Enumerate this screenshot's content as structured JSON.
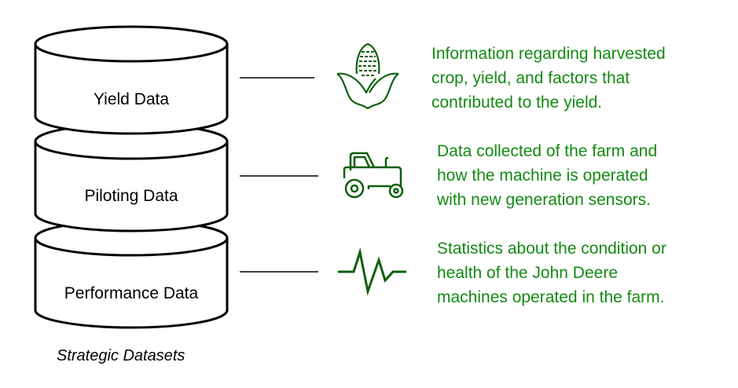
{
  "colors": {
    "accent": "#138a13",
    "stroke": "#000000"
  },
  "datasets": [
    {
      "label": "Yield Data",
      "icon": "corn-icon",
      "description": [
        "Information regarding harvested",
        "crop, yield, and factors that",
        "contributed to the yield."
      ]
    },
    {
      "label": "Piloting Data",
      "icon": "tractor-icon",
      "description": [
        "Data collected of the farm and",
        "how the machine is operated",
        "with new generation sensors."
      ]
    },
    {
      "label": "Performance Data",
      "icon": "heartbeat-icon",
      "description": [
        "Statistics about the condition or",
        "health of the John Deere",
        "machines operated in the farm."
      ]
    }
  ],
  "caption": "Strategic Datasets"
}
